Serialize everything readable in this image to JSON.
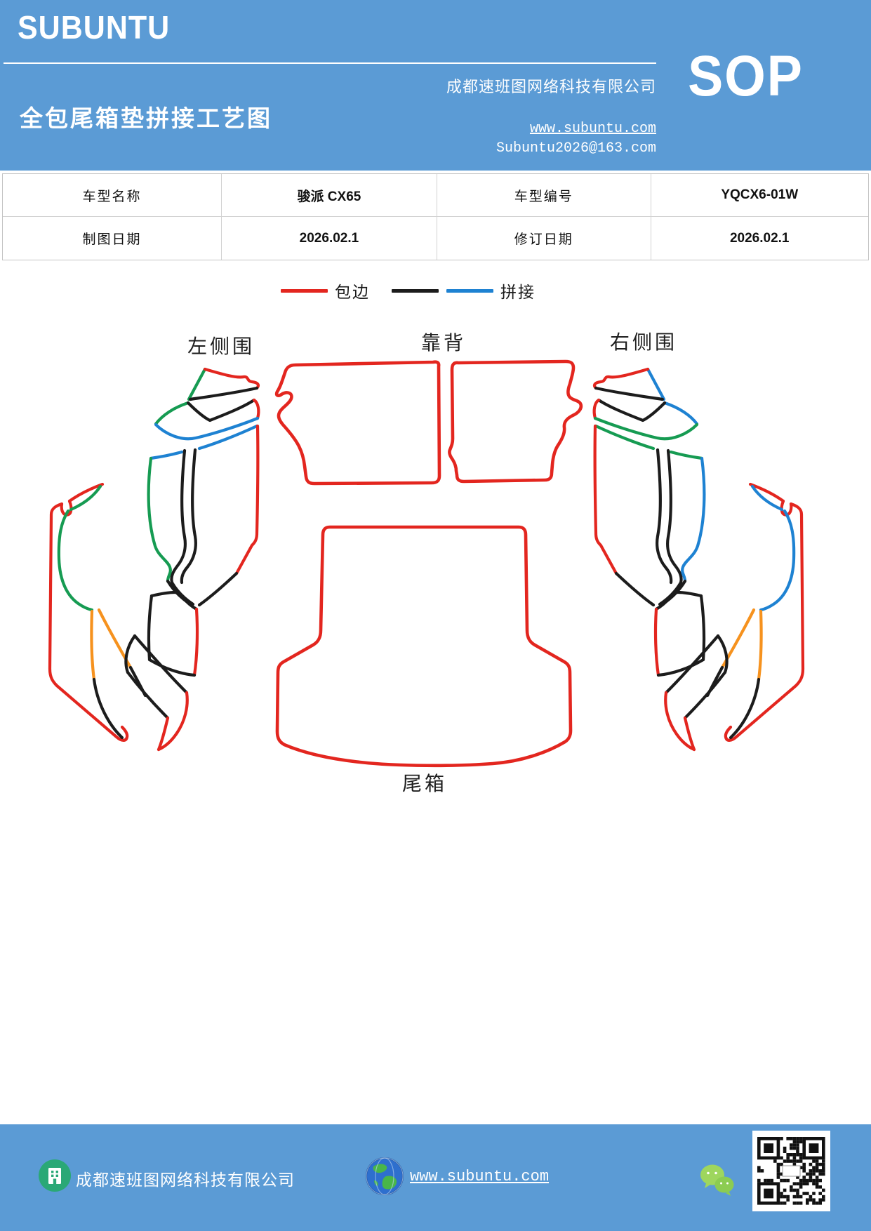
{
  "colors": {
    "header_blue": "#5b9bd5",
    "red": "#e3261f",
    "black": "#1c1c1c",
    "blue": "#1e82d2",
    "green": "#169b52",
    "orange": "#f6921e"
  },
  "header": {
    "logo": "SUBUNTU",
    "title": "全包尾箱垫拼接工艺图",
    "company": "成都速班图网络科技有限公司",
    "website": "www.subuntu.com",
    "email": "Subuntu2026@163.com",
    "badge": "SOP"
  },
  "table": {
    "rows": [
      [
        "车型名称",
        "骏派 CX65",
        "车型编号",
        "YQCX6-01W"
      ],
      [
        "制图日期",
        "2026.02.1",
        "修订日期",
        "2026.02.1"
      ]
    ]
  },
  "legend": {
    "edging_label": "包边",
    "stitch_label": "拼接"
  },
  "diagram": {
    "left_label": "左侧围",
    "back_label": "靠背",
    "right_label": "右侧围",
    "trunk_label": "尾箱"
  },
  "footer": {
    "company": "成都速班图网络科技有限公司",
    "website": "www.subuntu.com"
  }
}
